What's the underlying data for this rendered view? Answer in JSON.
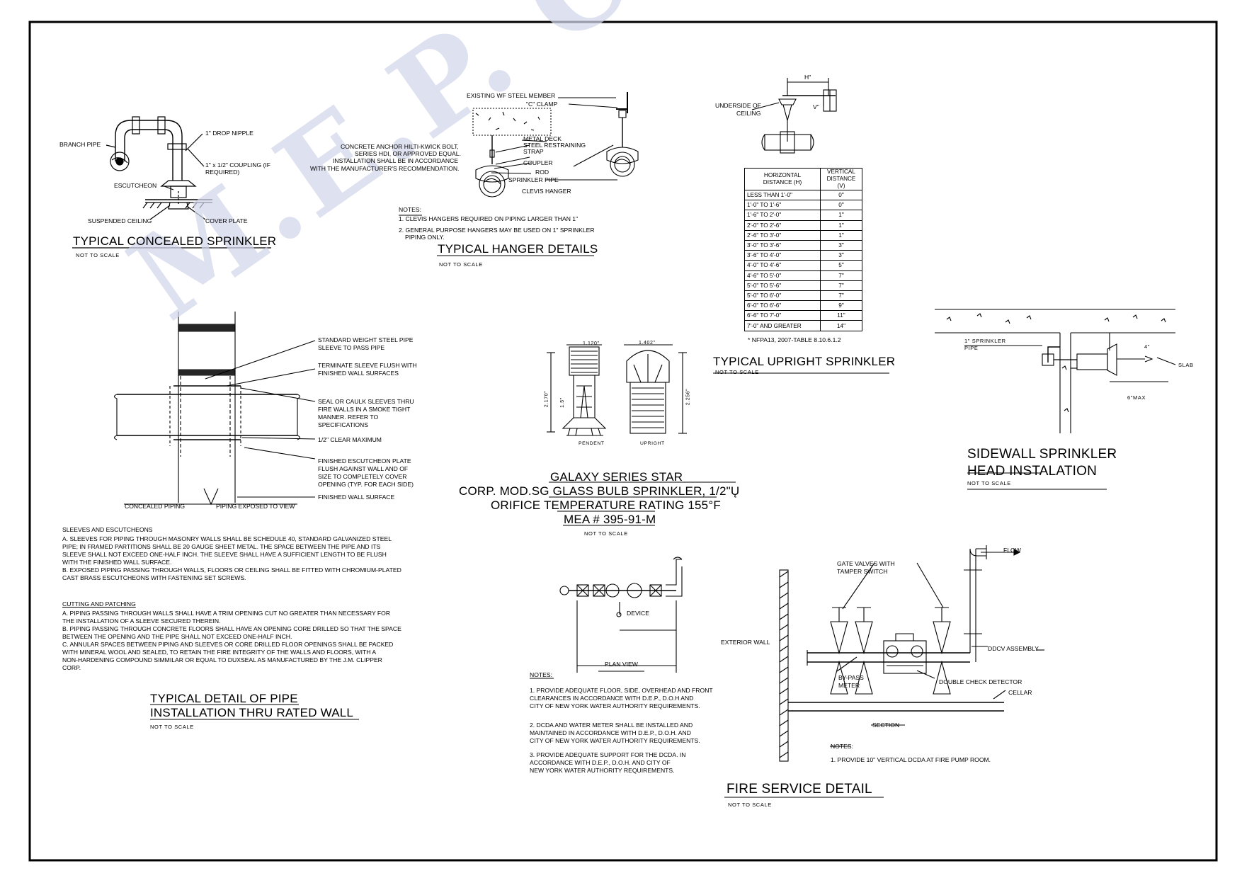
{
  "watermark": "M.E.P. CAD DESIGNZ",
  "concealed": {
    "title": "TYPICAL CONCEALED SPRINKLER",
    "scale": "NOT TO SCALE",
    "labels": {
      "drop_nipple": "1\" DROP NIPPLE",
      "branch_pipe": "BRANCH PIPE",
      "coupling_l1": "1\" x 1/2\" COUPLING (IF",
      "coupling_l2": "REQUIRED)",
      "escutcheon": "ESCUTCHEON",
      "suspended_ceiling": "SUSPENDED CEILING",
      "cover_plate": "COVER PLATE"
    }
  },
  "hanger": {
    "title": "TYPICAL HANGER DETAILS",
    "scale": "NOT TO SCALE",
    "labels": {
      "wf_member": "EXISTING WF STEEL MEMBER",
      "c_clamp": "\"C\" CLAMP",
      "anchor_l1": "CONCRETE ANCHOR HILTI-KWICK BOLT,",
      "anchor_l2": "SERIES HDI, OR APPROVED EQUAL.",
      "anchor_l3": "INSTALLATION SHALL BE IN ACCORDANCE",
      "anchor_l4": "WITH THE MANUFACTURER'S RECOMMENDATION.",
      "metal_deck": "METAL DECK",
      "restraining_l1": "STEEL RESTRAINING",
      "restraining_l2": "STRAP",
      "coupler": "COUPLER",
      "rod": "ROD",
      "sprinkler_pipe": "SPRINKLER PIPE",
      "clevis_hanger": "CLEVIS HANGER"
    },
    "notes_header": "NOTES:",
    "notes": [
      "1. CLEVIS HANGERS REQUIRED ON PIPING LARGER THAN 1\"",
      "2. GENERAL PURPOSE HANGERS MAY BE USED ON 1\" SPRINKLER",
      "PIPING ONLY."
    ]
  },
  "upright": {
    "title": "TYPICAL UPRIGHT SPRINKLER",
    "scale": "NOT TO SCALE",
    "labels": {
      "h": "H\"",
      "v": "V\"",
      "underside_l1": "UNDERSIDE OF",
      "underside_l2": "CEILING"
    },
    "table_head_h_l1": "HORIZONTAL",
    "table_head_h_l2": "DISTANCE (H)",
    "table_head_v_l1": "VERTICAL",
    "table_head_v_l2": "DISTANCE (V)",
    "table_rows": [
      [
        "LESS THAN 1'-0\"",
        "0\""
      ],
      [
        "1'-0\" TO 1'-6\"",
        "0\""
      ],
      [
        "1'-6\" TO 2'-0\"",
        "1\""
      ],
      [
        "2'-0\" TO 2'-6\"",
        "1\""
      ],
      [
        "2'-6\" TO 3'-0\"",
        "1\""
      ],
      [
        "3'-0\" TO 3'-6\"",
        "3\""
      ],
      [
        "3'-6\" TO 4'-0\"",
        "3\""
      ],
      [
        "4'-0\" TO 4'-6\"",
        "5\""
      ],
      [
        "4'-6\" TO 5'-0\"",
        "7\""
      ],
      [
        "5'-0\" TO 5'-6\"",
        "7\""
      ],
      [
        "5'-0\" TO 6'-0\"",
        "7\""
      ],
      [
        "6'-0\" TO 6'-6\"",
        "9\""
      ],
      [
        "6'-6\" TO 7'-0\"",
        "11\""
      ],
      [
        "7'-0\" AND GREATER",
        "14\""
      ]
    ],
    "footnote": "* NFPA13, 2007-TABLE 8.10.6.1.2"
  },
  "sidewall": {
    "title_l1": "SIDEWALL SPRINKLER",
    "title_l2": "HEAD INSTALATION",
    "scale": "NOT TO SCALE",
    "labels": {
      "pipe_l1": "1\" SPRINKLER",
      "pipe_l2": "PIPE",
      "four": "4\"",
      "slab": "SLAB",
      "six_max": "6\"MAX"
    }
  },
  "wall": {
    "title_l1": "TYPICAL DETAIL OF PIPE",
    "title_l2": "INSTALLATION THRU RATED WALL",
    "scale": "NOT TO SCALE",
    "labels": {
      "std_l1": "STANDARD WEIGHT STEEL PIPE",
      "std_l2": "SLEEVE TO PASS PIPE",
      "term_l1": "TERMINATE SLEEVE FLUSH WITH",
      "term_l2": "FINISHED WALL SURFACES",
      "seal_l1": "SEAL OR CAULK SLEEVES THRU",
      "seal_l2": "FIRE WALLS IN A SMOKE TIGHT",
      "seal_l3": "MANNER. REFER TO",
      "seal_l4": "SPECIFICATIONS",
      "clear": "1/2\" CLEAR MAXIMUM",
      "esc_l1": "FINISHED ESCUTCHEON PLATE",
      "esc_l2": "FLUSH AGAINST WALL AND OF",
      "esc_l3": "SIZE TO COMPLETELY COVER",
      "esc_l4": "OPENING (TYP. FOR EACH SIDE)",
      "finished": "FINISHED WALL SURFACE",
      "concealed": "CONCEALED PIPING",
      "exposed": "PIPING EXPOSED TO VIEW"
    },
    "sleeves_header": "SLEEVES AND ESCUTCHEONS",
    "sleeves": [
      "A.  SLEEVES FOR PIPING THROUGH MASONRY WALLS SHALL BE SCHEDULE 40, STANDARD GALVANIZED STEEL",
      "     PIPE; IN FRAMED PARTITIONS SHALL BE 20 GAUGE SHEET METAL. THE SPACE BETWEEN THE PIPE AND ITS",
      "     SLEEVE SHALL NOT EXCEED ONE-HALF INCH. THE SLEEVE SHALL HAVE A SUFFICIENT LENGTH TO BE FLUSH",
      "     WITH THE FINISHED WALL SURFACE.",
      "B.  EXPOSED PIPING PASSING THROUGH WALLS, FLOORS OR CEILING SHALL BE FITTED WITH CHROMIUM-PLATED",
      "     CAST BRASS ESCUTCHEONS WITH FASTENING SET SCREWS."
    ],
    "cutting_header": "CUTTING AND PATCHING",
    "cutting": [
      "A.  PIPING PASSING THROUGH WALLS SHALL HAVE A TRIM OPENING CUT NO GREATER THAN NECESSARY FOR",
      "     THE INSTALLATION OF A SLEEVE SECURED THEREIN.",
      "B.  PIPING PASSING THROUGH CONCRETE FLOORS SHALL HAVE AN OPENING CORE DRILLED SO THAT THE SPACE",
      "     BETWEEN THE OPENING AND THE PIPE SHALL NOT EXCEED ONE-HALF INCH.",
      "C.  ANNULAR SPACES BETWEEN PIPING AND SLEEVES OR CORE DRILLED FLOOR OPENINGS SHALL BE PACKED",
      "     WITH MINERAL WOOL AND SEALED, TO RETAIN THE FIRE INTEGRITY OF THE WALLS AND FLOORS, WITH A",
      "     NON-HARDENING COMPOUND SIMMILAR OR EQUAL TO DUXSEAL AS MANUFACTURED BY THE J.M. CLIPPER",
      "     CORP."
    ]
  },
  "galaxy": {
    "title_l1": "GALAXY SERIES STAR",
    "title_l2": "CORP. MOD.SG GLASS BULB SPRINKLER, 1/2\"Ų",
    "title_l3": "ORIFICE TEMPERATURE RATING 155°F",
    "title_l4": "MEA # 395-91-M",
    "scale": "NOT TO SCALE",
    "labels": {
      "dim_a": "1.120\"",
      "dim_b": "1.402\"",
      "dim_c": "2.170\"",
      "dim_d": "1.5\"",
      "dim_e": "2.256\"",
      "pendent": "PENDENT",
      "upright": "UPRIGHT"
    }
  },
  "plan": {
    "device": "DEVICE",
    "title": "PLAN VIEW",
    "notes_header": "NOTES:",
    "notes": [
      "1. PROVIDE ADEQUATE FLOOR, SIDE, OVERHEAD AND FRONT",
      "    CLEARANCES IN ACCORDANCE WITH D.E.P., D.O.H AND",
      "    CITY OF NEW YORK  WATER AUTHORITY REQUIREMENTS.",
      "2. DCDA AND WATER METER SHALL BE INSTALLED AND",
      "    MAINTAINED IN ACCORDANCE WITH D.E.P., D.O.H. AND",
      "    CITY OF NEW YORK WATER AUTHORITY REQUIREMENTS.",
      "3. PROVIDE ADEQUATE SUPPORT FOR THE DCDA. IN",
      "    ACCORDANCE WITH D.E.P., D.O.H. AND CITY OF",
      "    NEW YORK WATER AUTHORITY REQUIREMENTS."
    ]
  },
  "fire": {
    "title": "FIRE SERVICE DETAIL",
    "scale": "NOT TO SCALE",
    "labels": {
      "flow": "FLOW",
      "gate_l1": "GATE VALVES WITH",
      "gate_l2": "TAMPER SWITCH",
      "exterior_wall": "EXTERIOR WALL",
      "ddcv": "DDCV ASSEMBLY",
      "bypass_l1": "BY-PASS",
      "bypass_l2": "METER",
      "double_check": "DOUBLE CHECK DETECTOR",
      "cellar": "CELLAR",
      "section": "SECTION"
    },
    "notes_header": "NOTES:",
    "note": "1. PROVIDE 10\" VERTICAL DCDA AT FIRE PUMP ROOM."
  }
}
